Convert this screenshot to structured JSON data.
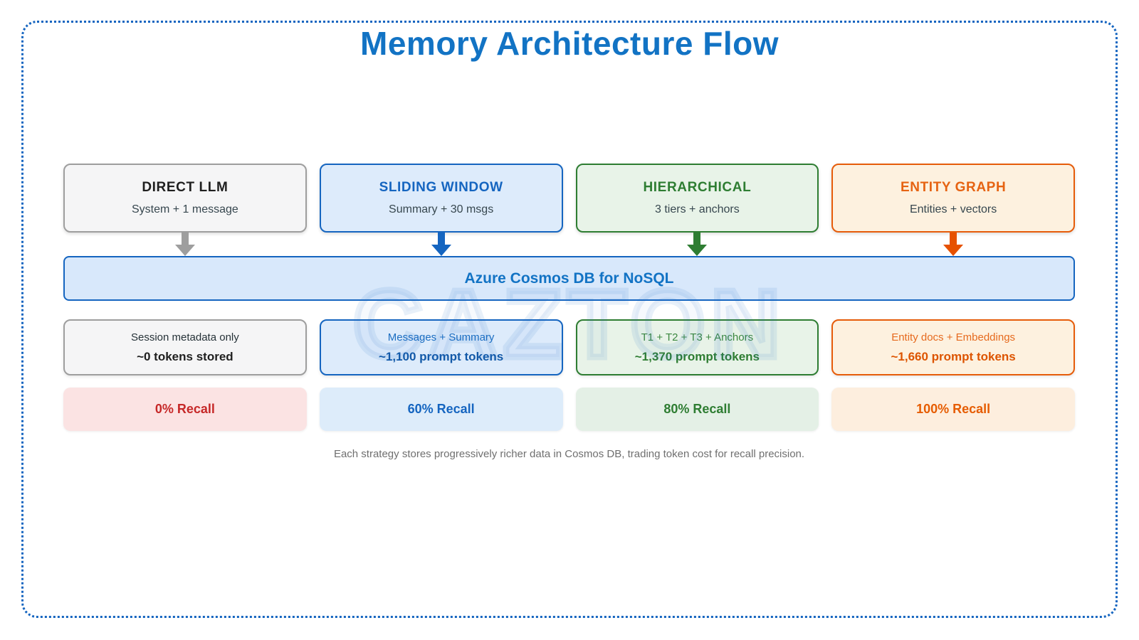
{
  "title": "Memory Architecture Flow",
  "watermark": "CAZTON",
  "database_bar": {
    "label": "Azure Cosmos DB for NoSQL"
  },
  "caption": "Each strategy stores progressively richer data in Cosmos DB, trading token cost for recall precision.",
  "colors": {
    "frame_border": "#1565c0",
    "title": "#1273c4",
    "database_bar_bg": "#d8e8fb",
    "database_bar_border": "#1565c0",
    "caption_text": "#6f6f6f",
    "gray_accent": "#9e9e9e",
    "blue_accent": "#1565c0",
    "green_accent": "#2e7d32",
    "orange_accent": "#e65c00",
    "recall_red_text": "#c62828",
    "recall_red_bg": "#fbe3e3",
    "recall_blue_bg": "#ddecfa",
    "recall_green_bg": "#e4f0e6",
    "recall_orange_bg": "#fdeede"
  },
  "strategies": [
    {
      "name": "DIRECT LLM",
      "subtitle": "System + 1 message",
      "storage_label": "Session metadata only",
      "storage_tokens": "~0 tokens stored",
      "recall_label": "0% Recall",
      "accent": "#9e9e9e"
    },
    {
      "name": "SLIDING WINDOW",
      "subtitle": "Summary + 30 msgs",
      "storage_label": "Messages + Summary",
      "storage_tokens": "~1,100 prompt tokens",
      "recall_label": "60% Recall",
      "accent": "#1565c0"
    },
    {
      "name": "HIERARCHICAL",
      "subtitle": "3 tiers + anchors",
      "storage_label": "T1 + T2 + T3 + Anchors",
      "storage_tokens": "~1,370 prompt tokens",
      "recall_label": "80% Recall",
      "accent": "#2e7d32"
    },
    {
      "name": "ENTITY GRAPH",
      "subtitle": "Entities + vectors",
      "storage_label": "Entity docs + Embeddings",
      "storage_tokens": "~1,660 prompt tokens",
      "recall_label": "100% Recall",
      "accent": "#e65c00"
    }
  ]
}
